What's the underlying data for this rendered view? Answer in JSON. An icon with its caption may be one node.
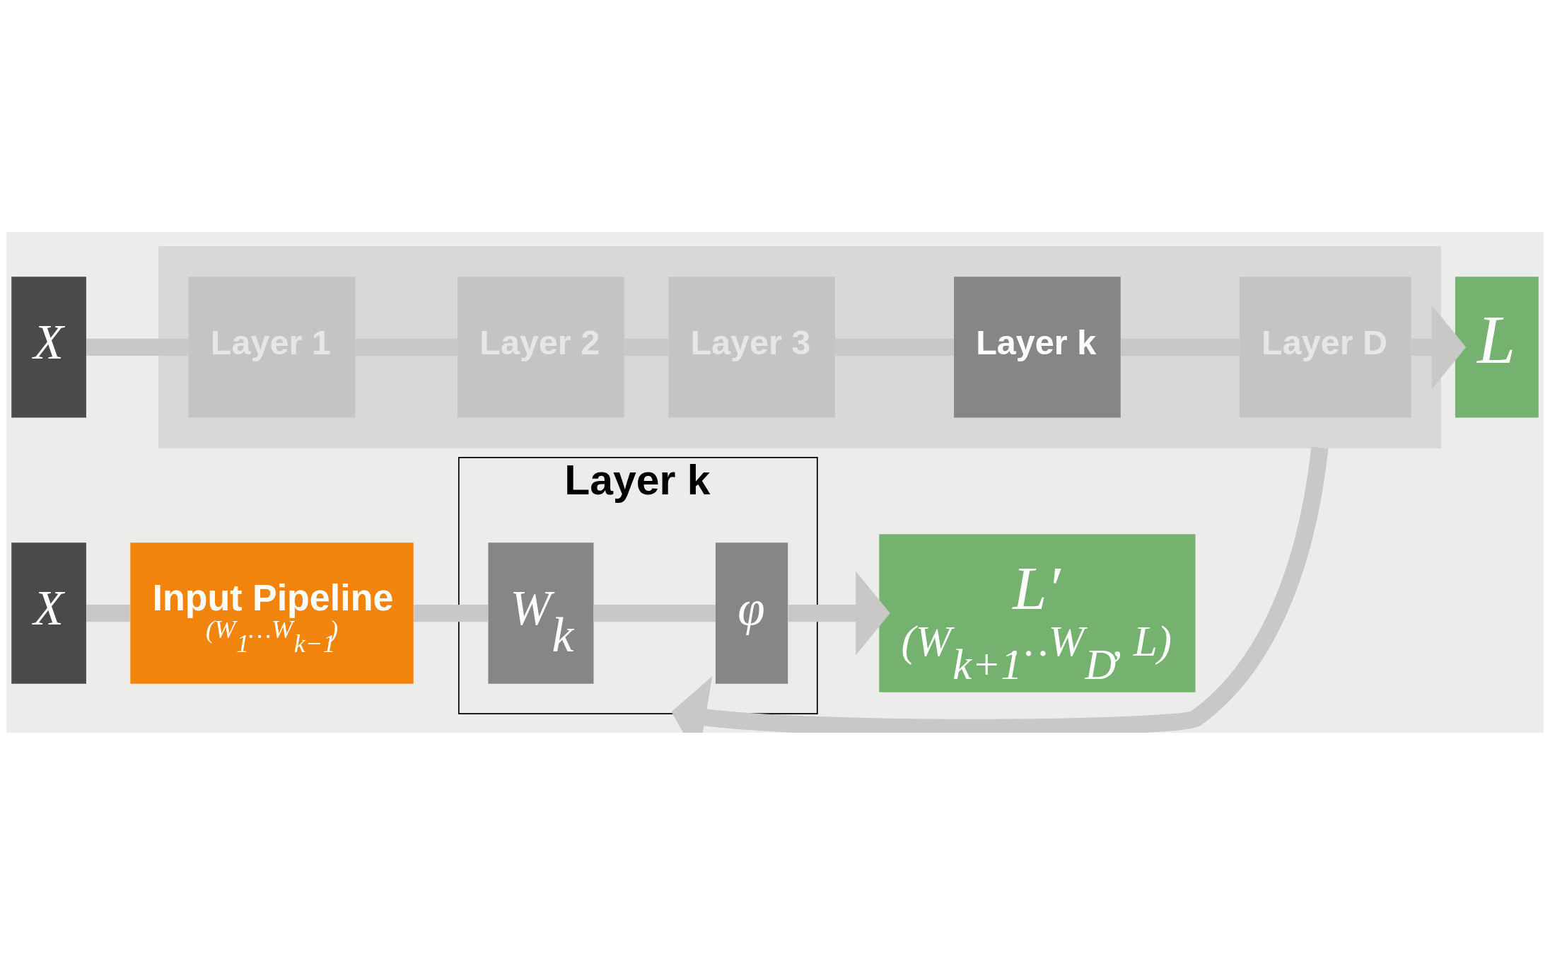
{
  "diagram": {
    "nodes": [
      {
        "text": [
          "X"
        ]
      },
      {
        "text": [],
        "shape": "box"
      },
      {
        "text": [
          "Layer 1"
        ],
        "in": 1
      },
      {
        "text": [
          "Layer 2"
        ],
        "in": 1
      },
      {
        "text": [
          "Layer 3"
        ],
        "in": 1
      },
      {
        "text": [
          "Layer k"
        ],
        "in": 1
      },
      {
        "text": [
          "Layer D"
        ],
        "in": 1
      },
      {
        "text": [
          "L"
        ]
      },
      {
        "text": [
          "X"
        ]
      },
      {
        "text": [
          "Input Pipeline",
          "(W$_{1}$…W$_{k−1}$)"
        ]
      },
      {
        "text": [
          "Layer k"
        ]
      },
      {
        "text": [
          "W$_{k}$"
        ],
        "in": 10
      },
      {
        "text": [
          "φ"
        ],
        "in": 10
      },
      {
        "text": [
          "L′",
          "(W$_{k+1}$…W$_{D}$, L)"
        ]
      }
    ],
    "edges": [
      {
        "from": 0,
        "to": 2,
        "arrow": "none"
      },
      {
        "from": 2,
        "to": 3,
        "arrow": "none"
      },
      {
        "from": 3,
        "to": 4,
        "arrow": "none"
      },
      {
        "from": 4,
        "to": 5,
        "arrow": "none"
      },
      {
        "from": 5,
        "to": 6,
        "arrow": "none"
      },
      {
        "from": 6,
        "to": 7,
        "arrow": "to"
      },
      {
        "from": 1,
        "to": 10,
        "arrow": "to"
      },
      {
        "from": 8,
        "to": 9,
        "arrow": "none"
      },
      {
        "from": 9,
        "to": 11,
        "arrow": "none"
      },
      {
        "from": 11,
        "to": 12,
        "arrow": "none"
      },
      {
        "from": 12,
        "to": 13,
        "arrow": "to"
      }
    ]
  }
}
